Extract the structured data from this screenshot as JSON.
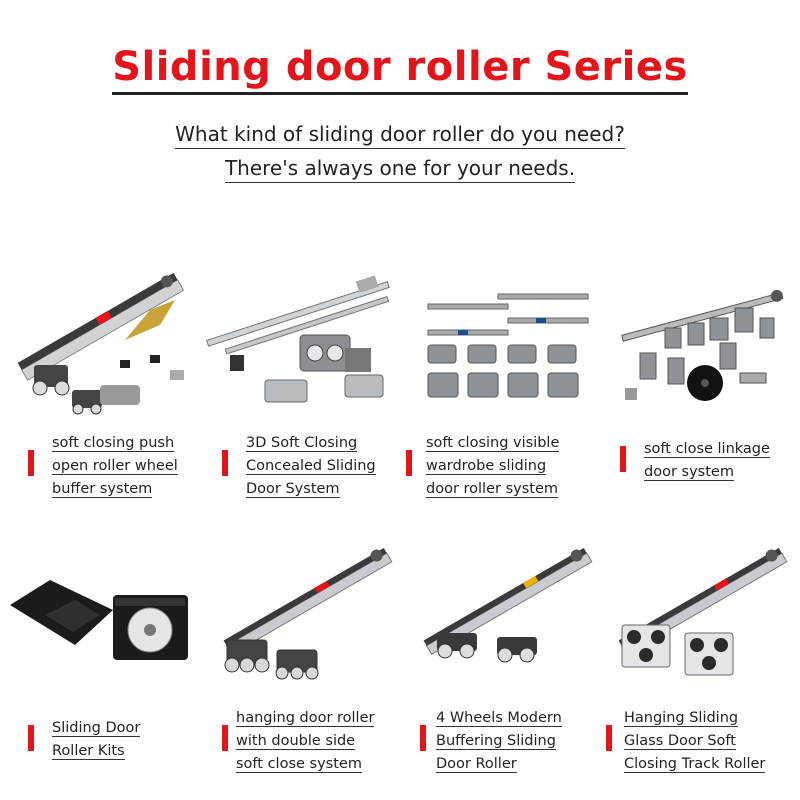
{
  "title": "Sliding door roller Series",
  "subtitle": {
    "line1": "What kind of sliding door roller do you need?",
    "line2": "There's always one for your needs."
  },
  "colors": {
    "accent": "#e4141b",
    "text": "#222222"
  },
  "products": [
    {
      "icon": "roller-kit-image",
      "lines": [
        "soft closing push",
        "open roller wheel",
        "buffer system"
      ]
    },
    {
      "icon": "roller-kit-image",
      "lines": [
        "3D Soft Closing",
        "Concealed Sliding",
        "Door System"
      ]
    },
    {
      "icon": "roller-kit-image",
      "lines": [
        "soft closing visible",
        "wardrobe sliding",
        "door roller system"
      ]
    },
    {
      "icon": "roller-kit-image",
      "lines": [
        "soft close linkage",
        "door system"
      ]
    },
    {
      "icon": "roller-kit-image",
      "lines": [
        "Sliding Door",
        "Roller Kits"
      ]
    },
    {
      "icon": "roller-kit-image",
      "lines": [
        "hanging door roller",
        "with double side",
        "soft close system"
      ]
    },
    {
      "icon": "roller-kit-image",
      "lines": [
        "4 Wheels Modern",
        "Buffering Sliding",
        "Door Roller"
      ]
    },
    {
      "icon": "roller-kit-image",
      "lines": [
        "Hanging Sliding",
        "Glass Door Soft",
        "Closing Track Roller"
      ]
    }
  ]
}
